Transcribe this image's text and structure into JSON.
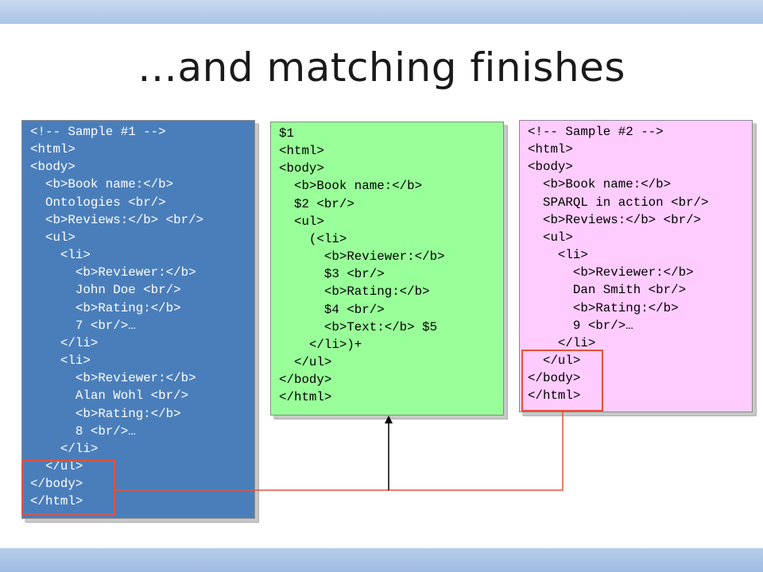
{
  "slide": {
    "title": "…and matching finishes"
  },
  "panels": {
    "sample1": {
      "bg": "#4a7ebb",
      "code": "<!-- Sample #1 -->\n<html>\n<body>\n  <b>Book name:</b>\n  Ontologies <br/>\n  <b>Reviews:</b> <br/>\n  <ul>\n    <li>\n      <b>Reviewer:</b>\n      John Doe <br/>\n      <b>Rating:</b>\n      7 <br/>…\n    </li>\n    <li>\n      <b>Reviewer:</b>\n      Alan Wohl <br/>\n      <b>Rating:</b>\n      8 <br/>…\n    </li>\n  </ul>\n</body>\n</html>"
    },
    "template": {
      "bg": "#99ff99",
      "code": "$1\n<html>\n<body>\n  <b>Book name:</b>\n  $2 <br/>\n  <ul>\n    (<li>\n      <b>Reviewer:</b>\n      $3 <br/>\n      <b>Rating:</b>\n      $4 <br/>\n      <b>Text:</b> $5\n    </li>)+\n  </ul>\n</body>\n</html>"
    },
    "sample2": {
      "bg": "#ffccff",
      "code": "<!-- Sample #2 -->\n<html>\n<body>\n  <b>Book name:</b>\n  SPARQL in action <br/>\n  <b>Reviews:</b> <br/>\n  <ul>\n    <li>\n      <b>Reviewer:</b>\n      Dan Smith <br/>\n      <b>Rating:</b>\n      9 <br/>…\n    </li>\n  </ul>\n</body>\n</html>"
    }
  },
  "highlight_color": "#e8503a",
  "arrow_color": "#000000"
}
